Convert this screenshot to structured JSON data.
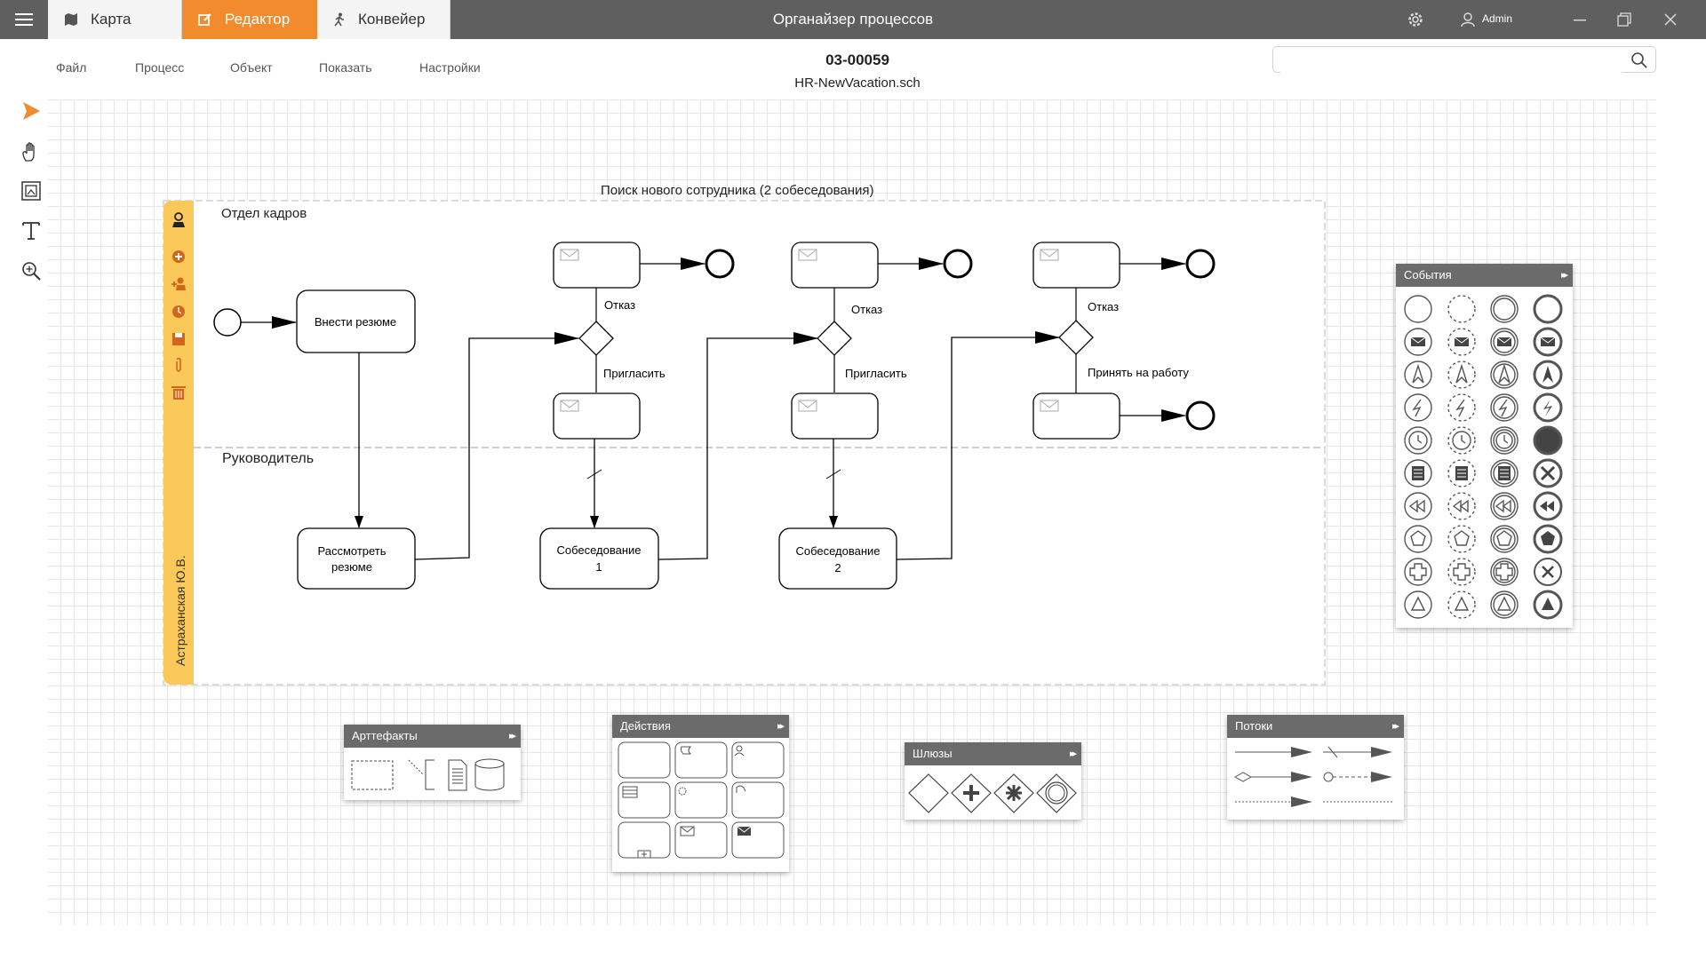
{
  "titlebar": {
    "tabs": [
      {
        "label": "Карта",
        "icon": "map-icon"
      },
      {
        "label": "Редактор",
        "icon": "edit-icon"
      },
      {
        "label": "Конвейер",
        "icon": "runner-icon"
      }
    ],
    "app_title": "Органайзер  процессов",
    "user": "Admin"
  },
  "menu": [
    "Файл",
    "Процесс",
    "Объект",
    "Показать",
    "Настройки"
  ],
  "document": {
    "id": "03-00059",
    "file": "HR-NewVacation.sch"
  },
  "search": {
    "placeholder": "",
    "value": ""
  },
  "tools": [
    "pointer-icon",
    "hand-icon",
    "select-frame-icon",
    "text-icon",
    "zoom-icon"
  ],
  "pool": {
    "title": "Поиск нового сотрудника (2 собеседования)",
    "owner": "Астраханская Ю.В.",
    "lanes": [
      "Отдел кадров",
      "Руководитель"
    ]
  },
  "tasks": {
    "enter_resume": "Внести резюме",
    "review_resume_1": "Рассмотреть",
    "review_resume_2": "резюме",
    "interview1_1": "Собеседование",
    "interview1_2": "1",
    "interview2_1": "Собеседование",
    "interview2_2": "2"
  },
  "flow_labels": {
    "reject1": "Отказ",
    "reject2": "Отказ",
    "reject3": "Отказ",
    "invite1": "Пригласить",
    "invite2": "Пригласить",
    "hire": "Принять на работу"
  },
  "palettes": {
    "events": "События",
    "artifacts": "Арттефакты",
    "actions": "Действия",
    "gateways": "Шлюзы",
    "flows": "Потоки"
  },
  "colors": {
    "accent": "#f28a2e",
    "titlebar": "#5f5f5f",
    "lane_bar": "#fbc85a"
  }
}
